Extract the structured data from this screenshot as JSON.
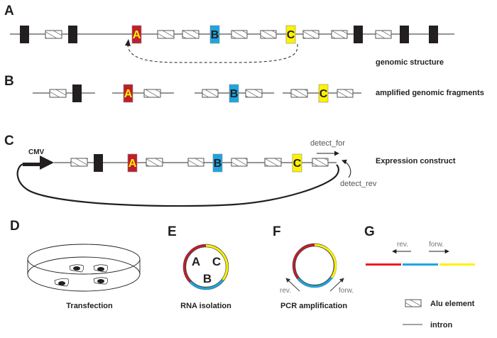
{
  "colors": {
    "exon_a": "#be1e2d",
    "exon_b": "#1ca6df",
    "exon_c": "#fff200",
    "exon_a_letter": "#fff200",
    "exon_b_letter": "#231f20",
    "exon_c_letter": "#231f20",
    "constitutive_exon": "#231f20",
    "linear_red": "#ed1c24",
    "linear_blue": "#1ca6df",
    "linear_yellow": "#fff200"
  },
  "panels": {
    "A": {
      "letter": "A",
      "caption": "genomic structure"
    },
    "B": {
      "letter": "B",
      "caption": "amplified genomic fragments"
    },
    "C": {
      "letter": "C",
      "caption": "Expression construct",
      "promoter": "CMV",
      "primer_forward": "detect_for",
      "primer_reverse": "detect_rev"
    },
    "D": {
      "letter": "D",
      "caption": "Transfection"
    },
    "E": {
      "letter": "E",
      "caption": "RNA isolation",
      "labels": [
        "A",
        "C",
        "B"
      ]
    },
    "F": {
      "letter": "F",
      "caption": "PCR amplification",
      "primer_reverse": "rev.",
      "primer_forward": "forw."
    },
    "G": {
      "letter": "G",
      "primer_reverse": "rev.",
      "primer_forward": "forw."
    }
  },
  "exon_labels": {
    "a": "A",
    "b": "B",
    "c": "C"
  },
  "legend": {
    "alu": "Alu element",
    "intron": "intron"
  }
}
